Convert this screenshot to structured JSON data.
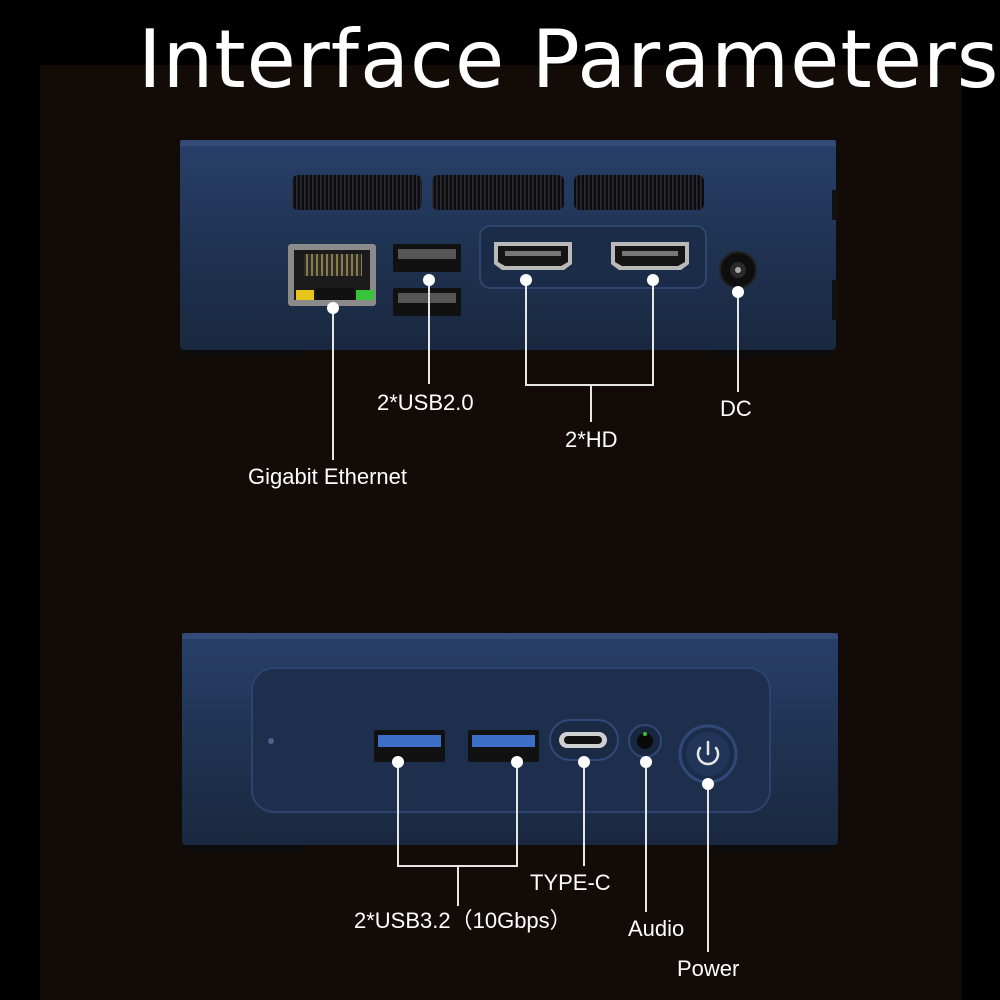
{
  "title": "Interface Parameters",
  "rear_labels": {
    "usb2": "2*USB2.0",
    "hd": "2*HD",
    "dc": "DC",
    "ethernet": "Gigabit Ethernet"
  },
  "front_labels": {
    "usb32": "2*USB3.2（10Gbps）",
    "typec": "TYPE-C",
    "audio": "Audio",
    "power": "Power"
  },
  "colors": {
    "chassis": "#1f3150",
    "background": "#120b08",
    "led_yellow": "#e8c51a",
    "led_green": "#35c43a",
    "usb3_blue": "#3d6fc8"
  }
}
